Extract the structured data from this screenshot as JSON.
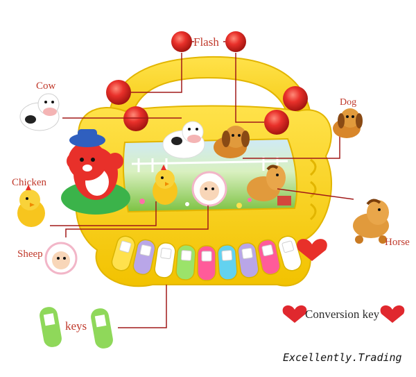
{
  "labels": {
    "flash": "Flash",
    "cow": "Cow",
    "dog": "Dog",
    "chicken": "Chicken",
    "horse": "Horse",
    "sheep": "Sheep",
    "keys": "keys",
    "conversion_key": "Conversion key"
  },
  "watermark": "Excellently.Trading",
  "colors": {
    "toy_body": "#f7d21e",
    "toy_outline": "#e2b500",
    "flash_light": "#e8302a",
    "callout_line": "#a01818",
    "label_text": "#c0392b",
    "scene_grass": "#7cc242",
    "scene_sky": "#bfe3f2"
  },
  "piano_keys": [
    {
      "color": "#ffe14d"
    },
    {
      "color": "#b9a6e8"
    },
    {
      "color": "#ffffff"
    },
    {
      "color": "#9be36a"
    },
    {
      "color": "#ff5b9a"
    },
    {
      "color": "#63d2f0"
    },
    {
      "color": "#b9a6e8"
    },
    {
      "color": "#ff5b9a"
    },
    {
      "color": "#ffffff"
    }
  ]
}
